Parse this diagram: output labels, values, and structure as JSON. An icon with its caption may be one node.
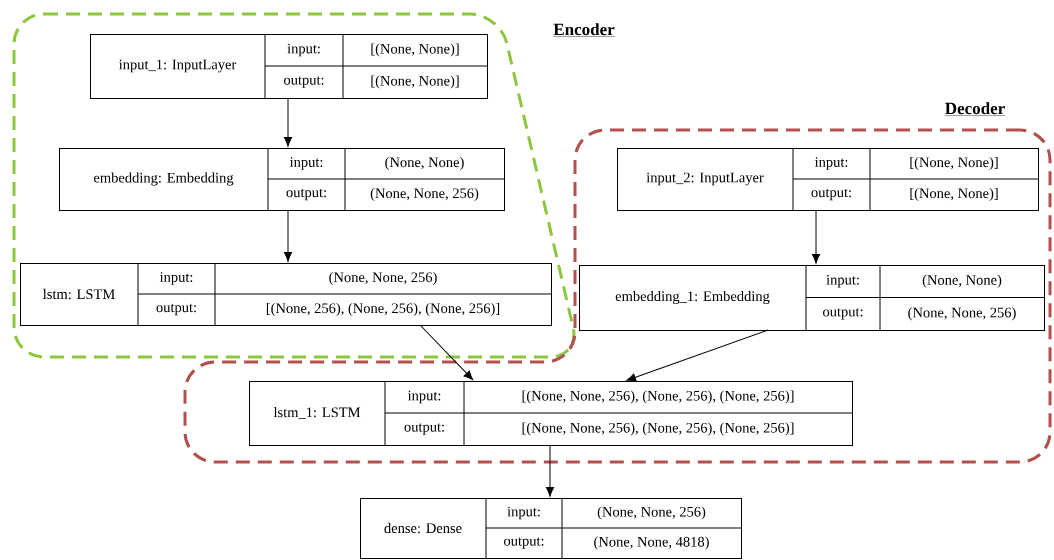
{
  "diagram": {
    "nodes": [
      {
        "text": [
          "Encoder"
        ]
      },
      {
        "text": [
          "input_1: InputLayer",
          "input:",
          "[(None, None)]",
          "output:",
          "[(None, None)]"
        ],
        "in": 0
      },
      {
        "text": [
          "embedding: Embedding",
          "input:",
          "(None, None)",
          "output:",
          "(None, None, 256)"
        ],
        "in": 0
      },
      {
        "text": [
          "lstm: LSTM",
          "input:",
          "(None, None, 256)",
          "output:",
          "[(None, 256), (None, 256), (None, 256)]"
        ],
        "in": 0
      },
      {
        "text": [
          "Decoder"
        ]
      },
      {
        "text": [
          "input_2: InputLayer",
          "input:",
          "[(None, None)]",
          "output:",
          "[(None, None)]"
        ],
        "in": 4
      },
      {
        "text": [
          "embedding_1: Embedding",
          "input:",
          "(None, None)",
          "output:",
          "(None, None, 256)"
        ],
        "in": 4
      },
      {
        "text": [
          "lstm_1: LSTM",
          "input:",
          "[(None, None, 256), (None, 256), (None, 256)]",
          "output:",
          "[(None, None, 256), (None, 256), (None, 256)]"
        ],
        "in": 4
      },
      {
        "text": [
          "dense: Dense",
          "input:",
          "(None, None, 256)",
          "output:",
          "(None, None, 4818)"
        ]
      }
    ],
    "edges": [
      {
        "from": 1,
        "to": 2,
        "arrow": "to"
      },
      {
        "from": 2,
        "to": 3,
        "arrow": "to"
      },
      {
        "from": 5,
        "to": 6,
        "arrow": "to"
      },
      {
        "from": 3,
        "to": 7,
        "arrow": "to"
      },
      {
        "from": 6,
        "to": 7,
        "arrow": "to"
      },
      {
        "from": 7,
        "to": 8,
        "arrow": "to"
      }
    ]
  }
}
